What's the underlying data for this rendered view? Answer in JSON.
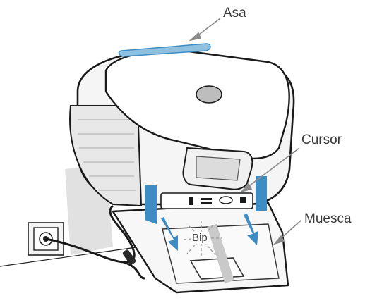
{
  "labels": {
    "handle": "Asa",
    "cursor": "Cursor",
    "notch": "Muesca",
    "beep": "Bip"
  },
  "icons": [
    "power-plug-icon",
    "wall-outlet-icon",
    "arrow-icon"
  ],
  "colors": {
    "accent_blue": "#3d8cc4",
    "light_blue": "#8fc0df",
    "outline": "#1a1a1a",
    "shadow_gray": "#d9d9d9"
  }
}
